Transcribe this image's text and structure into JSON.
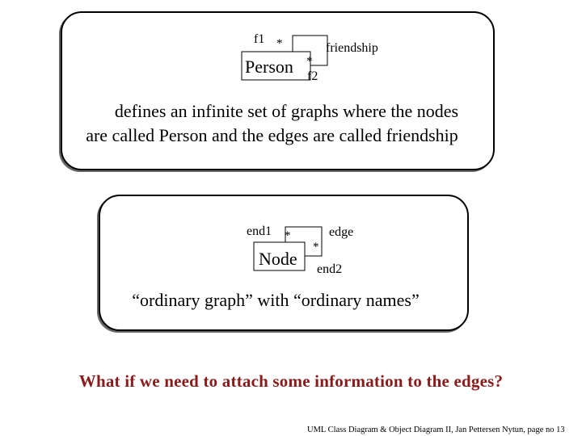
{
  "panel1": {
    "class_name": "Person",
    "assoc_name": "friendship",
    "role1": "f1",
    "role2": "f2",
    "mult1": "*",
    "mult2": "*",
    "description_line1": "defines an infinite set of graphs where the nodes",
    "description_line2": "are called Person and the edges are called friendship"
  },
  "panel2": {
    "class_name": "Node",
    "assoc_name": "edge",
    "role1": "end1",
    "role2": "end2",
    "mult1": "*",
    "mult2": "*",
    "description": "“ordinary graph” with “ordinary names”"
  },
  "question": "What if we need to attach some information to the edges?",
  "footer": "UML Class Diagram & Object Diagram II, Jan Pettersen Nytun, page no 13"
}
